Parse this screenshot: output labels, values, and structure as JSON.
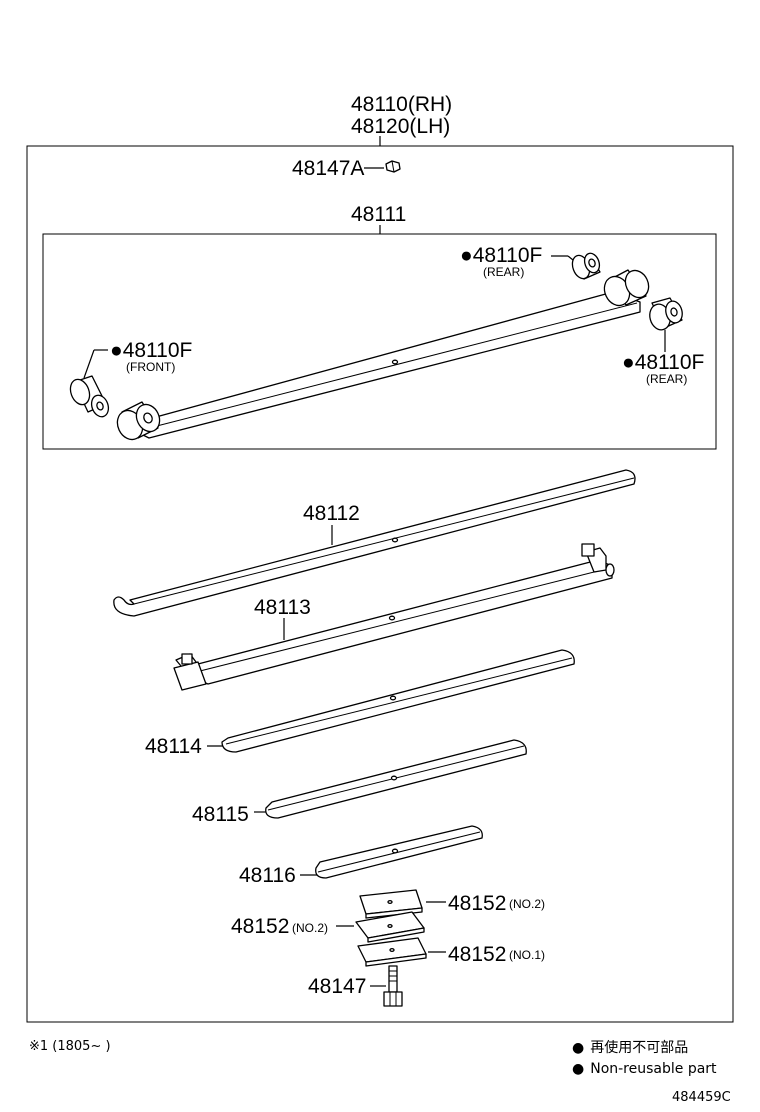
{
  "assembly": {
    "rh": "48110(RH)",
    "lh": "48120(LH)"
  },
  "parts": {
    "p48147A": "48147A",
    "p48111": "48111",
    "bush_rear_top": {
      "number": "48110F",
      "note": "(REAR)"
    },
    "bush_front": {
      "number": "48110F",
      "note": "(FRONT)"
    },
    "bush_rear_right": {
      "number": "48110F",
      "note": "(REAR)"
    },
    "p48112": "48112",
    "p48113": "48113",
    "p48114": "48114",
    "p48115": "48115",
    "p48116": "48116",
    "spacer_upper": {
      "number": "48152",
      "note": "(NO.2)"
    },
    "spacer_mid": {
      "number": "48152",
      "note": "(NO.2)"
    },
    "spacer_lower": {
      "number": "48152",
      "note": "(NO.1)"
    },
    "p48147": "48147"
  },
  "footnote": "※1 (1805~      )",
  "legend": {
    "japanese": "再使用不可部品",
    "english": "Non-reusable part"
  },
  "figure_id": "484459C"
}
